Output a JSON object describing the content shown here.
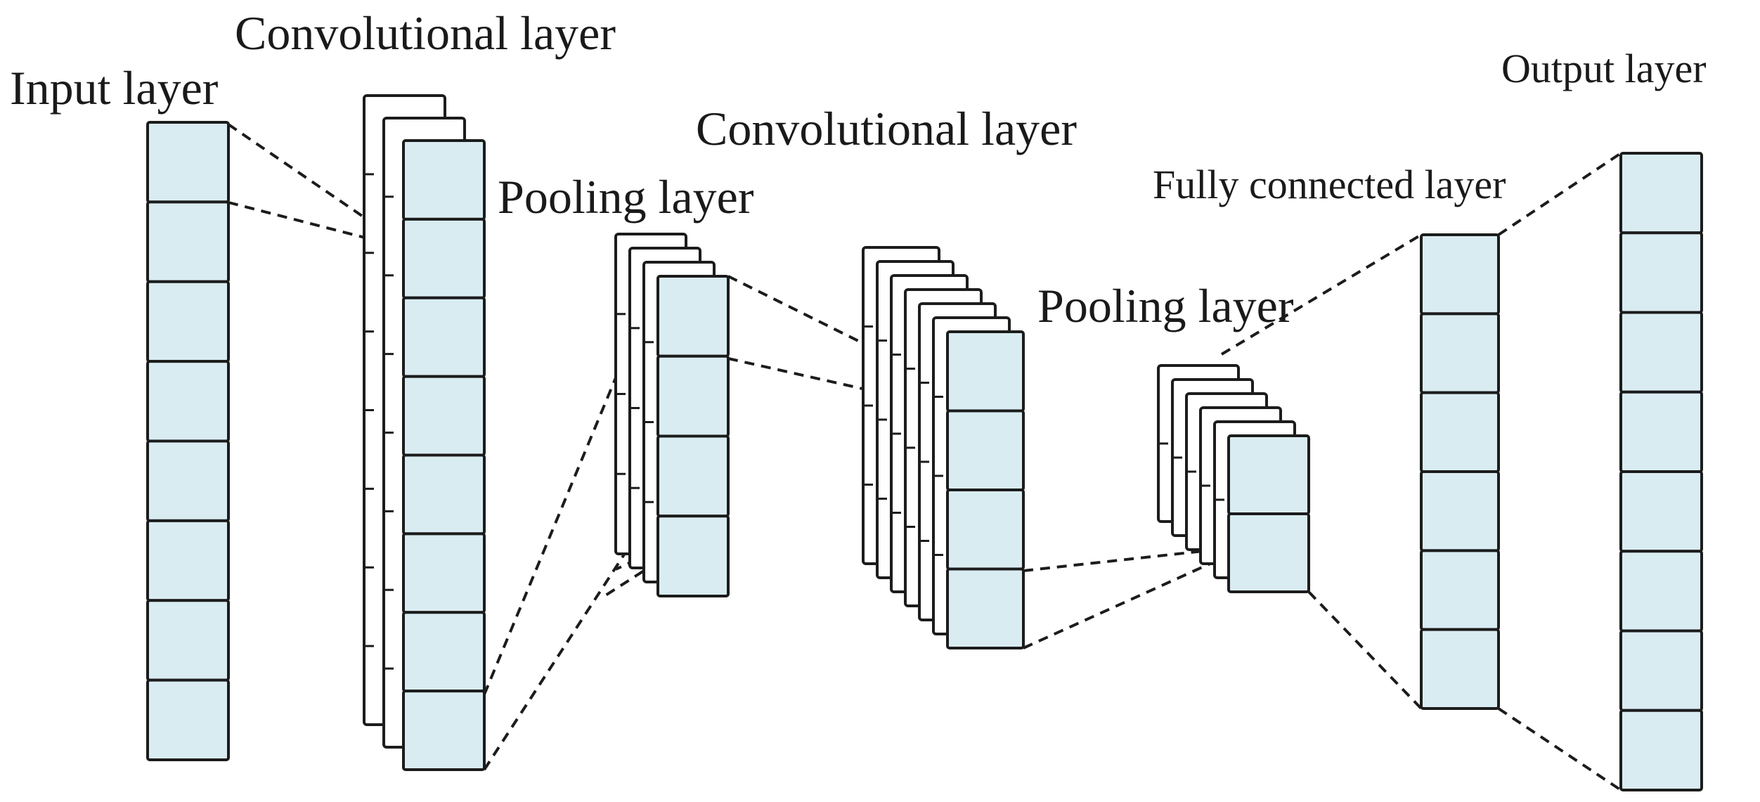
{
  "diagram": {
    "labels": {
      "input": "Input layer",
      "conv1": "Convolutional layer",
      "pool1": "Pooling layer",
      "conv2": "Convolutional layer",
      "pool2": "Pooling layer",
      "fc": "Fully connected layer",
      "output": "Output layer"
    },
    "colors": {
      "cell_fill": "#d9ecf2",
      "cell_stroke": "#1c1c1c",
      "back_fill": "#ffffff",
      "connector": "#1c1c1c"
    }
  }
}
